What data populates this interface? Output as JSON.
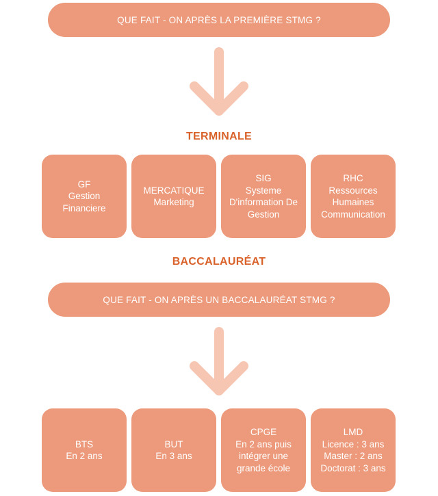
{
  "top_question": "QUE FAIT - ON APRÈS LA PREMIÈRE STMG ?",
  "terminale_heading": "TERMINALE",
  "terminale_boxes": [
    {
      "lines": [
        "GF",
        "Gestion",
        "Financiere"
      ]
    },
    {
      "lines": [
        "MERCATIQUE",
        "Marketing"
      ]
    },
    {
      "lines": [
        "SIG",
        "Systeme",
        "D'information De",
        "Gestion"
      ]
    },
    {
      "lines": [
        "RHC",
        "Ressources",
        "Humaines",
        "Communication"
      ]
    }
  ],
  "bac_heading": "BACCALAURÉAT",
  "bottom_question": "QUE FAIT - ON APRÈS UN BACCALAURÉAT STMG ?",
  "studies_boxes": [
    {
      "lines": [
        "BTS",
        "En 2 ans"
      ]
    },
    {
      "lines": [
        "BUT",
        "En 3 ans"
      ]
    },
    {
      "lines": [
        "CPGE",
        "En 2 ans puis",
        "intégrer une",
        "grande école"
      ]
    },
    {
      "lines": [
        "LMD",
        "Licence : 3 ans",
        "Master : 2 ans",
        "Doctorat : 3 ans"
      ]
    }
  ],
  "colors": {
    "box_fill": "#ec9a7b",
    "arrow": "#f6c6b2",
    "heading": "#d9622b",
    "text": "#ffffff"
  }
}
